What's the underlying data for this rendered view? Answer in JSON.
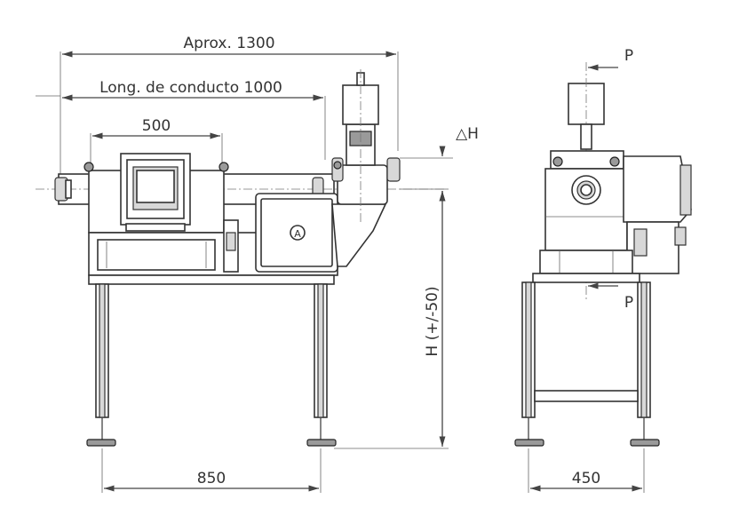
{
  "dimensions": {
    "overall_length": "Aprox. 1300",
    "duct_length": "Long. de conducto 1000",
    "detector_width": "500",
    "frame_length": "850",
    "frame_width": "450",
    "height": "H (+/-50)",
    "height_delta": "△H"
  },
  "labels": {
    "pressure_top": "P",
    "pressure_bottom": "P",
    "panel_logo": "A"
  },
  "colors": {
    "line": "#444444",
    "fill_gray": "#d8d8d8"
  }
}
